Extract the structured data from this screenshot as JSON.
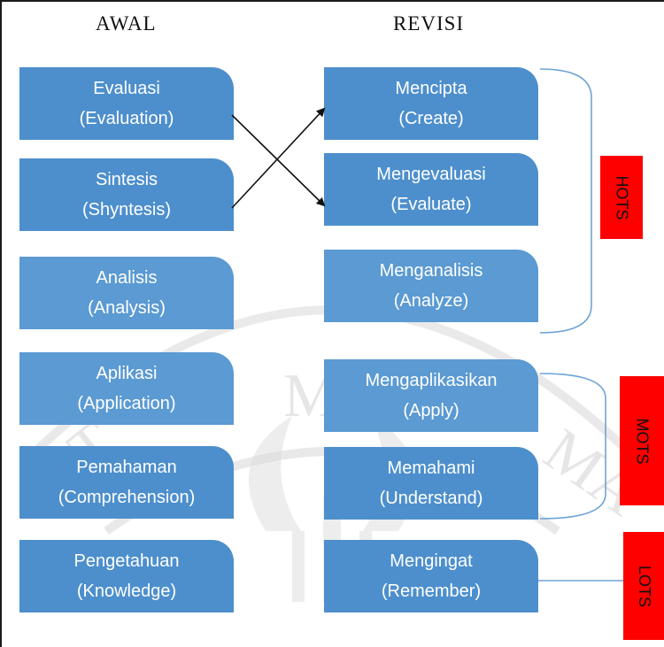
{
  "headers": {
    "awal": "AWAL",
    "revisi": "REVISI"
  },
  "awal": [
    {
      "name": "Evaluasi",
      "en": "(Evaluation)"
    },
    {
      "name": "Sintesis",
      "en": "(Shyntesis)"
    },
    {
      "name": "Analisis",
      "en": "(Analysis)"
    },
    {
      "name": "Aplikasi",
      "en": "(Application)"
    },
    {
      "name": "Pemahaman",
      "en": "(Comprehension)"
    },
    {
      "name": "Pengetahuan",
      "en": "(Knowledge)"
    }
  ],
  "revisi": [
    {
      "name": "Mencipta",
      "en": "(Create)"
    },
    {
      "name": "Mengevaluasi",
      "en": "(Evaluate)"
    },
    {
      "name": "Menganalisis",
      "en": "(Analyze)"
    },
    {
      "name": "Mengaplikasikan",
      "en": "(Apply)"
    },
    {
      "name": "Memahami",
      "en": "(Understand)"
    },
    {
      "name": "Mengingat",
      "en": "(Remember)"
    }
  ],
  "tags": {
    "hots": "HOTS",
    "mots": "MOTS",
    "lots": "LOTS"
  },
  "colors": {
    "box": "#4d8fcc",
    "tag": "#ff0000",
    "bracket": "#6fa3d6"
  }
}
